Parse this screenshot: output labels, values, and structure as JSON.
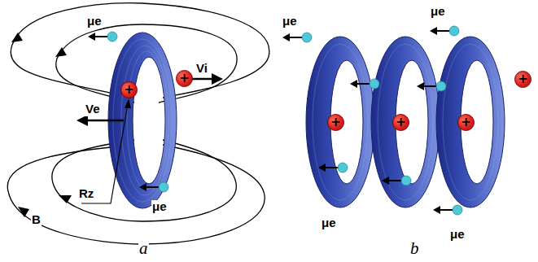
{
  "diagram": {
    "nodes": [
      {
        "text": [
          "+"
        ]
      },
      {
        "text": [
          "+"
        ]
      },
      {
        "text": [
          "+"
        ]
      },
      {
        "text": [
          "+"
        ]
      },
      {
        "text": [
          "+"
        ]
      },
      {
        "text": [
          "+"
        ]
      }
    ],
    "labels": [
      "μe",
      "Ve",
      "Vi",
      "B",
      "Rz",
      "μe",
      "a",
      "μe",
      "μe",
      "μe",
      "μe",
      "b"
    ]
  }
}
